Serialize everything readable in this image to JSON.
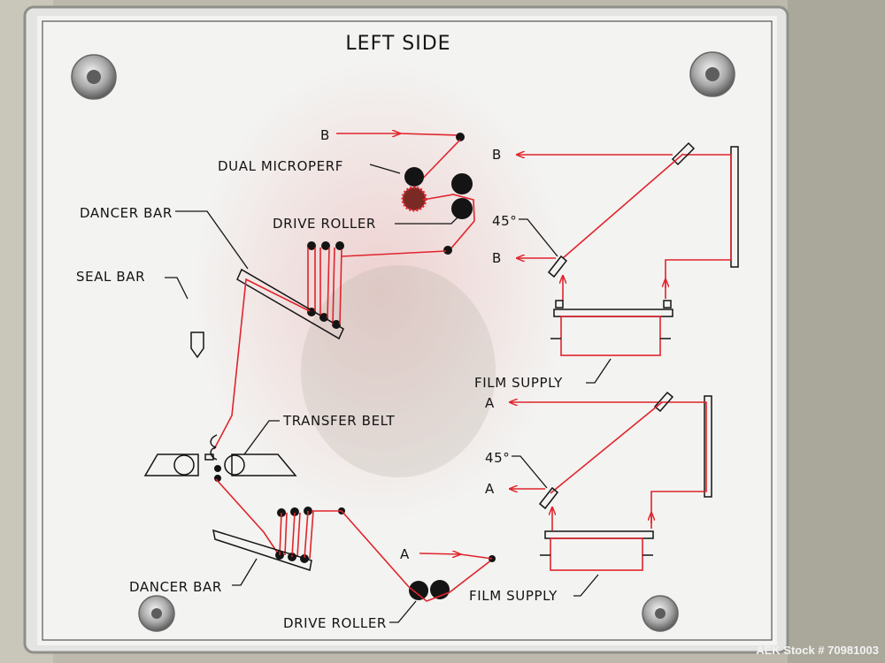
{
  "title": "LEFT SIDE",
  "labels": {
    "b_top": "B",
    "dual_microperf": "DUAL MICROPERF",
    "dancer_bar_top": "DANCER BAR",
    "drive_roller_top": "DRIVE ROLLER",
    "seal_bar": "SEAL BAR",
    "transfer_belt": "TRANSFER BELT",
    "dancer_bar_bottom": "DANCER BAR",
    "drive_roller_bottom": "DRIVE ROLLER",
    "a_bottom": "A"
  },
  "right_top": {
    "b_upper": "B",
    "angle": "45°",
    "b_lower": "B",
    "film_supply": "FILM SUPPLY"
  },
  "right_bottom": {
    "a_upper": "A",
    "angle": "45°",
    "a_lower": "A",
    "film_supply": "FILM SUPPLY"
  },
  "watermark": "AEK Stock # 70981003",
  "colors": {
    "web_path": "#e0242c",
    "linework": "#141414",
    "panel": "#f1f1ef",
    "background": "#b9b6a8"
  }
}
